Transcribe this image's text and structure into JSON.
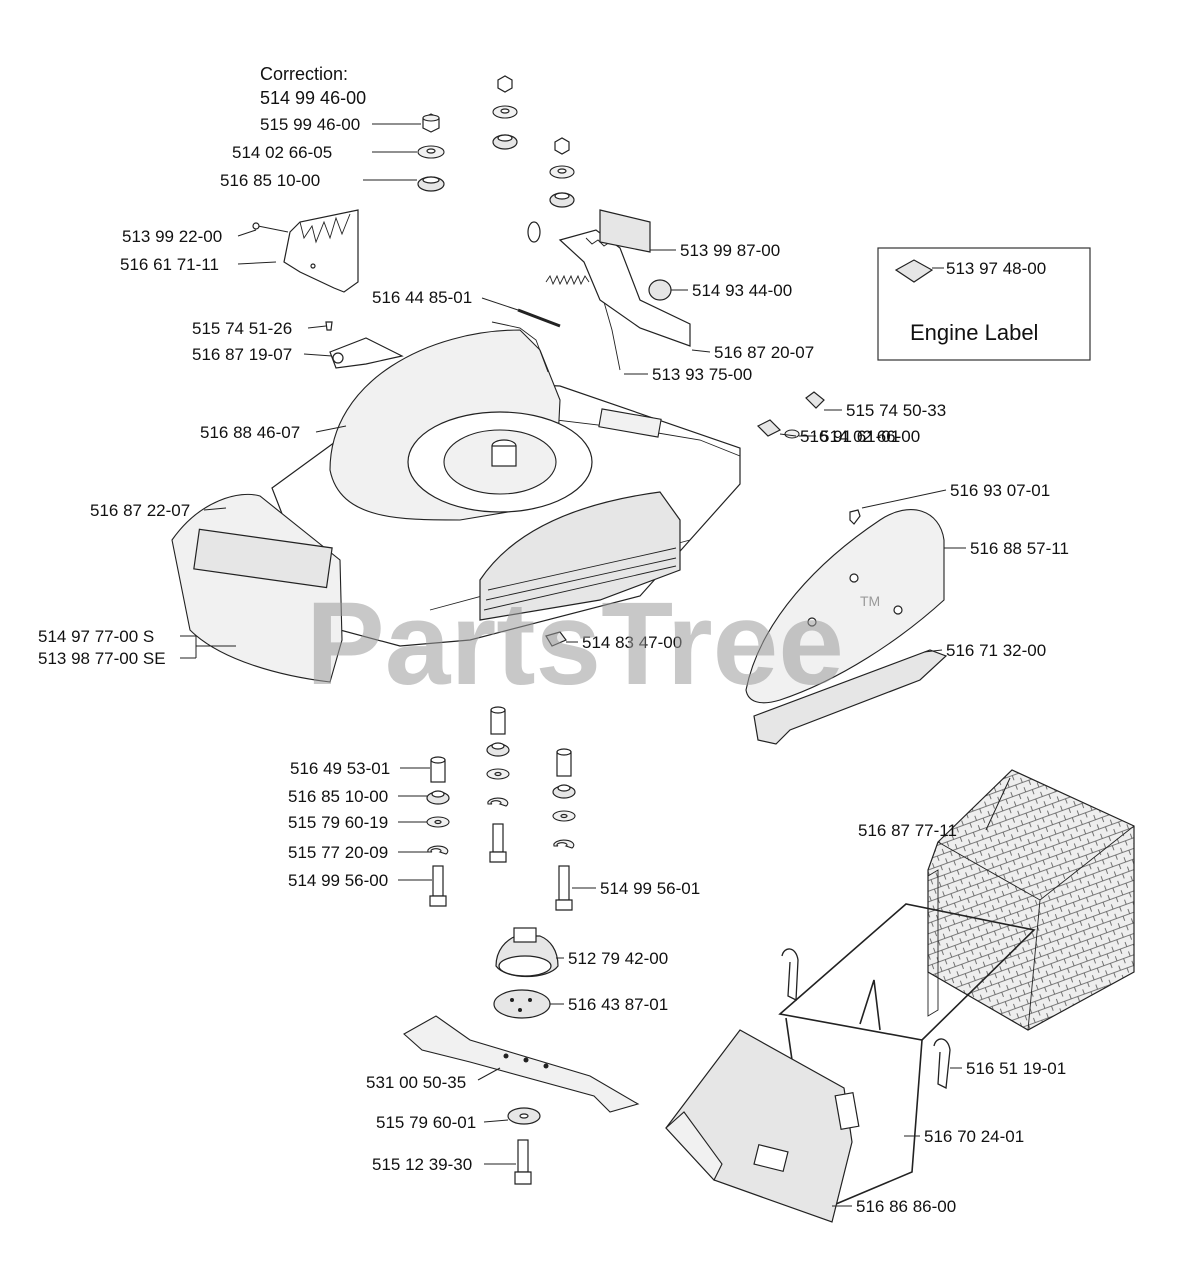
{
  "correction": {
    "title": "Correction:",
    "number": "514 99 46-00"
  },
  "engine_label": {
    "part": "513 97 48-00",
    "caption": "Engine Label"
  },
  "watermark": {
    "text": "PartsTree",
    "tm": "TM"
  },
  "labels": {
    "p515994600": "515 99 46-00",
    "p514026605": "514 02 66-05",
    "p516851000_top": "516 85 10-00",
    "p513992200": "513 99 22-00",
    "p516617111": "516 61 71-11",
    "p516448501": "516 44 85-01",
    "p515745126": "515 74 51-26",
    "p516871907": "516 87 19-07",
    "p516884607": "516 88 46-07",
    "p516872207": "516 87 22-07",
    "p514977700": "514 97 77-00 S",
    "p513987700": "513 98 77-00 SE",
    "p513998700": "513 99 87-00",
    "p514934400": "514 93 44-00",
    "p516872007": "516 87 20-07",
    "p513937500": "513 93 75-00",
    "p515745033": "515 74 50-33",
    "p514026600": "514 02 66-00",
    "p516916101": "516 91 61-01",
    "p516930701": "516 93 07-01",
    "p516885711": "516 88 57-11",
    "p514834700": "514 83 47-00",
    "p516713200": "516 71 32-00",
    "p516495301": "516 49 53-01",
    "p516851000_mid": "516 85 10-00",
    "p515796019": "515 79 60-19",
    "p515772009": "515 77 20-09",
    "p514995600": "514 99 56-00",
    "p514995601": "514 99 56-01",
    "p516877711": "516 87 77-11",
    "p512794200": "512 79 42-00",
    "p516438701": "516 43 87-01",
    "p531005035": "531 00 50-35",
    "p515796001": "515 79 60-01",
    "p515123930": "515 12 39-30",
    "p516511901": "516 51 19-01",
    "p516702401": "516 70 24-01",
    "p516868600": "516 86 86-00"
  }
}
